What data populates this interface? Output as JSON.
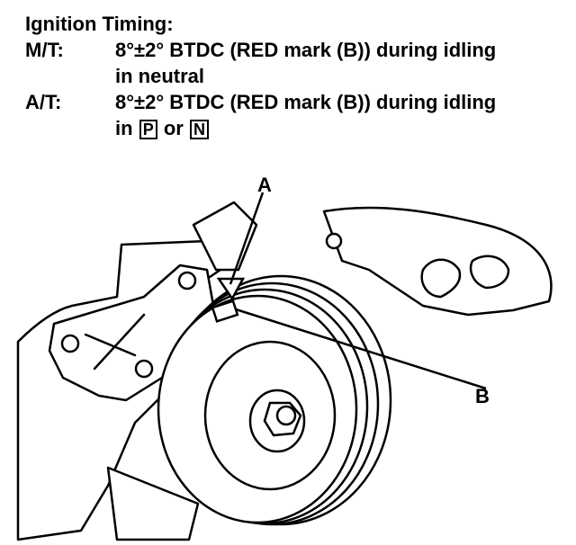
{
  "spec": {
    "heading": "Ignition Timing:",
    "rows": [
      {
        "key": "M/T:",
        "line1": "8°±2° BTDC (RED mark (B)) during idling",
        "line2": "in neutral"
      },
      {
        "key": "A/T:",
        "line1": "8°±2° BTDC (RED mark (B)) during idling",
        "line2_prefix": "in",
        "gear1": "P",
        "line2_mid": "or",
        "gear2": "N"
      }
    ]
  },
  "illustration": {
    "label_a": "A",
    "label_b": "B"
  }
}
